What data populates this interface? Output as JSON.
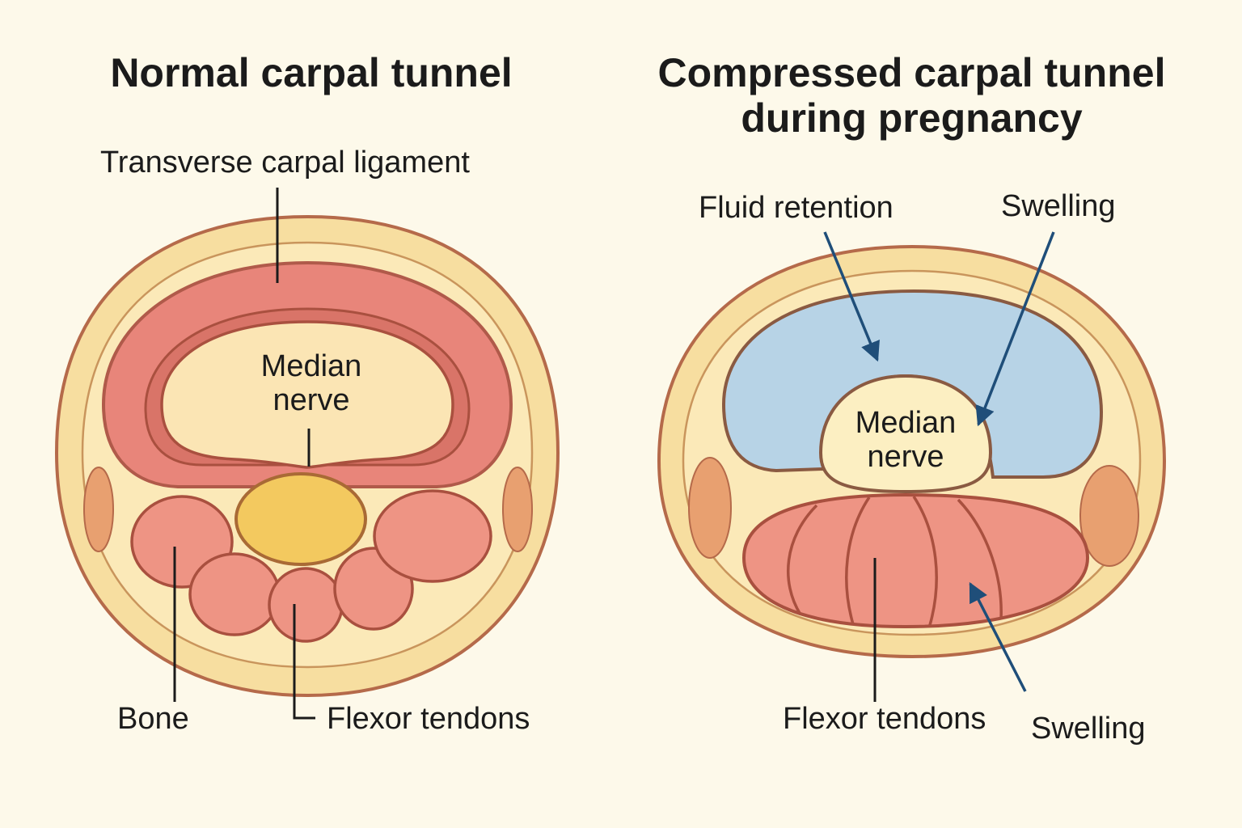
{
  "left": {
    "title": "Normal carpal tunnel",
    "ligament_label": "Transverse carpal ligament",
    "nerve_label_line1": "Median",
    "nerve_label_line2": "nerve",
    "bone_label": "Bone",
    "tendons_label": "Flexor tendons"
  },
  "right": {
    "title_line1": "Compressed carpal tunnel",
    "title_line2": "during pregnancy",
    "fluid_label": "Fluid retention",
    "swelling_top_label": "Swelling",
    "nerve_label_line1": "Median",
    "nerve_label_line2": "nerve",
    "tendons_label": "Flexor tendons",
    "swelling_bottom_label": "Swelling"
  },
  "colors": {
    "background": "#fdf9ea",
    "outer_tissue": "#f7dea0",
    "ligament": "#e8857a",
    "nerve_normal": "#f3c95f",
    "tendon": "#ee9484",
    "fluid": "#b7d3e6",
    "nerve_compressed": "#fcefc2",
    "outline": "#b56a4a",
    "arrow": "#1f4e79"
  }
}
